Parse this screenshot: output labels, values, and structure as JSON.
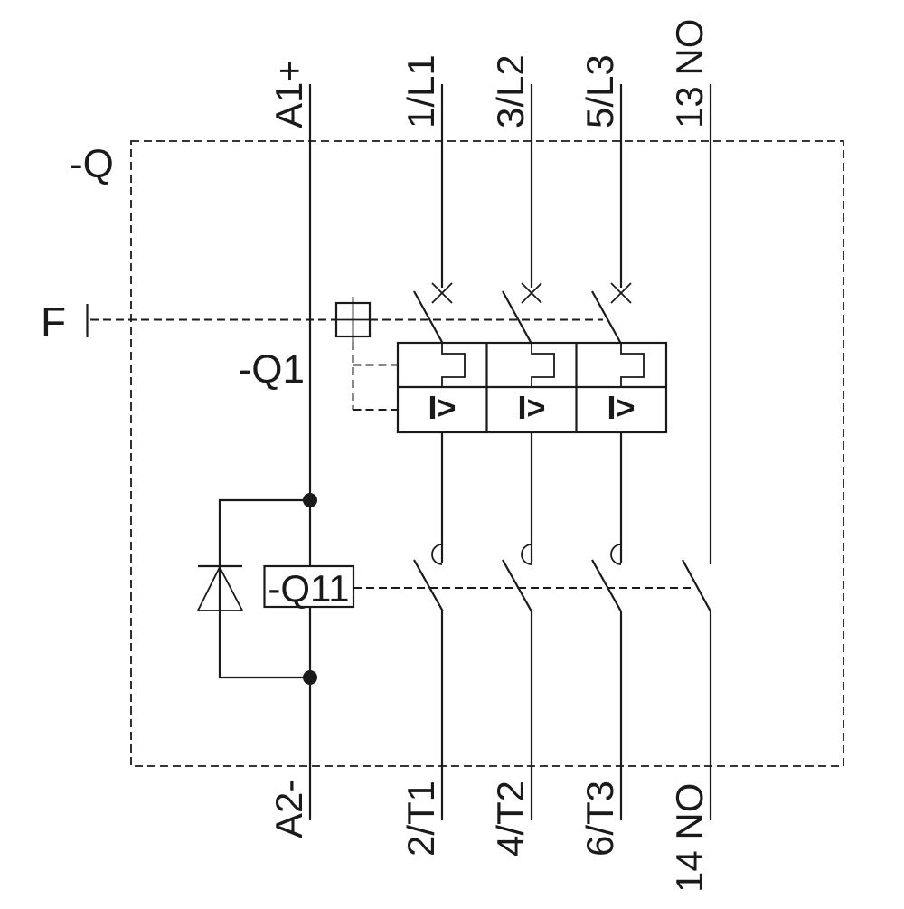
{
  "labels": {
    "enclosure": "-Q",
    "breaker": "-Q1",
    "aux_switch": "-Q11",
    "trip_input": "F",
    "overcurrent": "I>"
  },
  "terminals": {
    "top": [
      "A1+",
      "1/L1",
      "3/L2",
      "5/L3",
      "13 NO"
    ],
    "bottom": [
      "A2-",
      "2/T1",
      "4/T2",
      "6/T3",
      "14 NO"
    ]
  },
  "colors": {
    "line": "#1a1a1a",
    "background": "#ffffff"
  }
}
